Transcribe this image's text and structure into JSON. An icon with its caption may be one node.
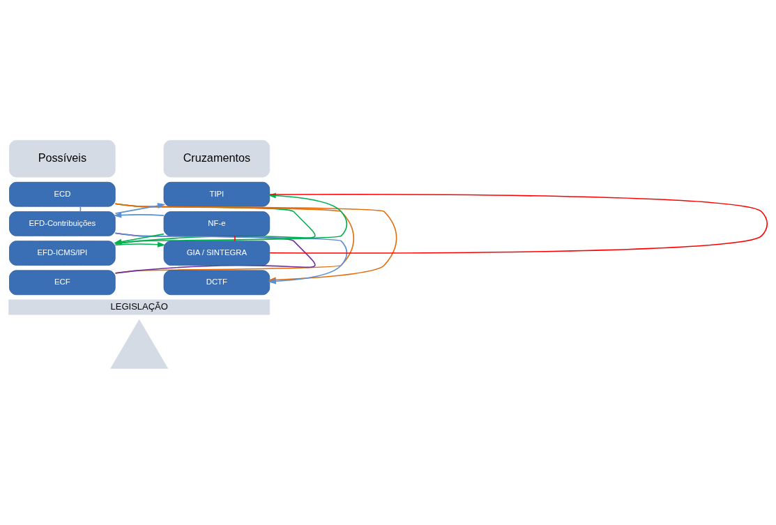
{
  "diagram": {
    "nodes": [
      {
        "text": [
          "Possíveis"
        ]
      },
      {
        "text": [
          "Cruzamentos"
        ]
      },
      {
        "text": [
          "ECD"
        ]
      },
      {
        "text": [
          "EFD-Contribuições"
        ]
      },
      {
        "text": [
          "EFD-ICMS/IPI"
        ]
      },
      {
        "text": [
          "ECF"
        ]
      },
      {
        "text": [
          "TIPI"
        ]
      },
      {
        "text": [
          "NF-e"
        ]
      },
      {
        "text": [
          "GIA / SINTEGRA"
        ]
      },
      {
        "text": [
          "DCTF"
        ]
      },
      {
        "text": [
          "LEGISLAÇÃO"
        ]
      },
      {
        "text": [],
        "shape": "triangle"
      }
    ],
    "edges": [
      {
        "from": 2,
        "to": 3,
        "arrow": "none",
        "color": "#5b8fd6"
      },
      {
        "from": 2,
        "to": 5,
        "arrow": "none",
        "color": "#e36c0a"
      },
      {
        "from": 2,
        "to": 4,
        "arrow": "none",
        "color": "#00b050"
      },
      {
        "from": 3,
        "to": 5,
        "arrow": "none",
        "color": "#7030a0"
      },
      {
        "from": 2,
        "to": 9,
        "arrow": "to",
        "color": "#e36c0a"
      },
      {
        "from": 3,
        "to": 6,
        "arrow": "to",
        "color": "#5b8fd6"
      },
      {
        "from": 4,
        "to": 6,
        "arrow": "to",
        "color": "#00b050"
      },
      {
        "from": 7,
        "to": 3,
        "arrow": "to",
        "color": "#5b8fd6"
      },
      {
        "from": 7,
        "to": 4,
        "arrow": "to",
        "color": "#00b050"
      },
      {
        "from": 4,
        "to": 8,
        "arrow": "to",
        "color": "#00b050"
      },
      {
        "from": 3,
        "to": 9,
        "arrow": "to",
        "color": "#5b8fd6"
      },
      {
        "from": 6,
        "to": 8,
        "arrow": "none",
        "color": "#ff0000"
      },
      {
        "from": 7,
        "to": 8,
        "arrow": "none",
        "color": "#ff0000"
      }
    ]
  }
}
